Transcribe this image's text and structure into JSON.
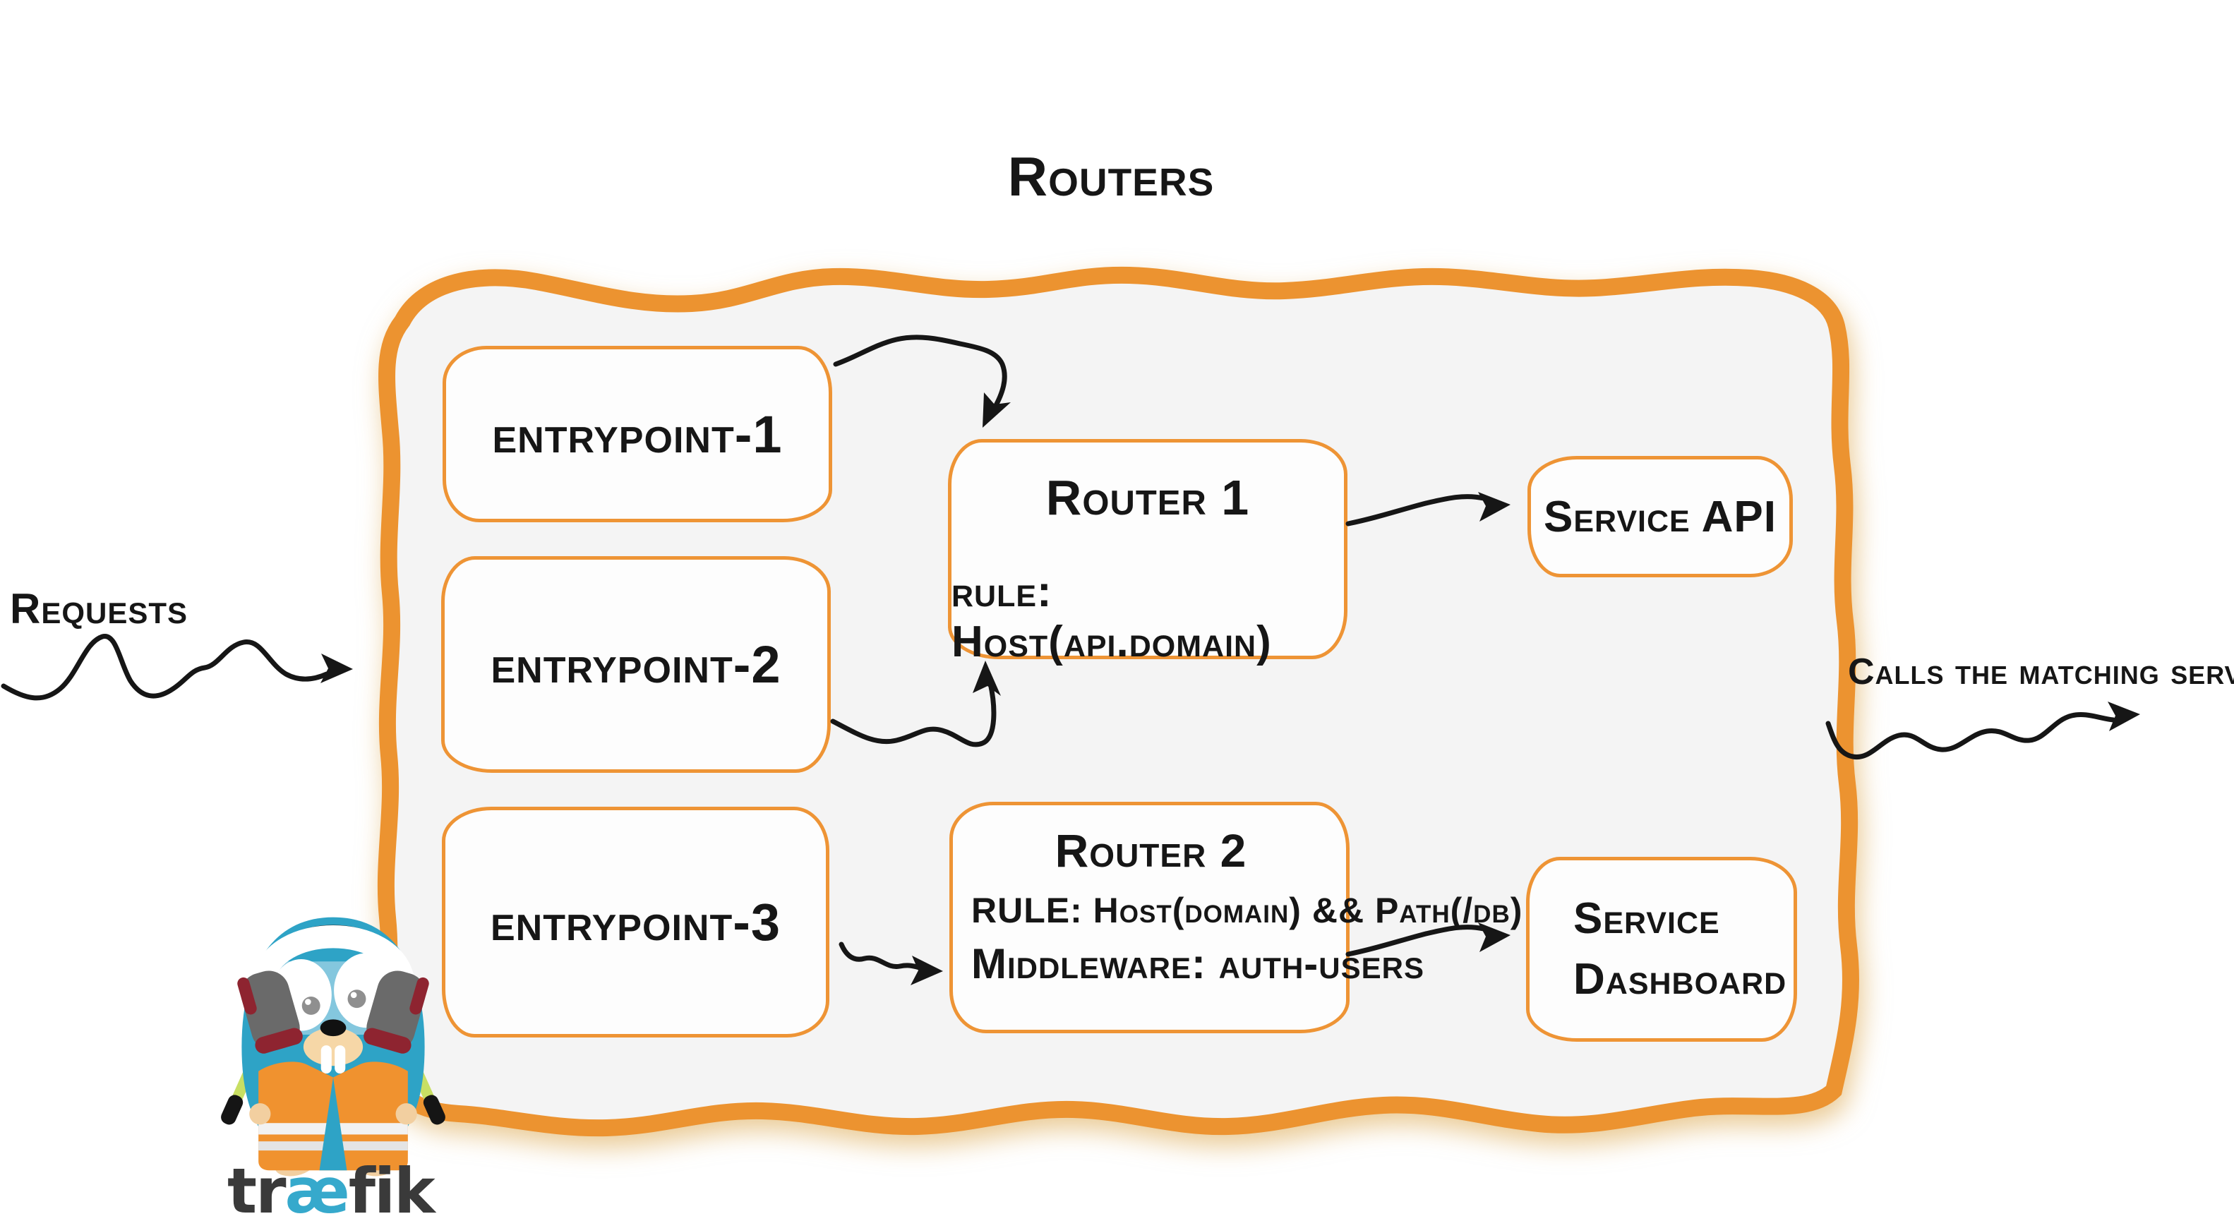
{
  "colors": {
    "brand-orange": "#EC9330",
    "box-border": "#EE9435",
    "panel-fill": "#F4F4F4",
    "ink": "#161616",
    "logo-blue": "#36A9CC",
    "logo-dark": "#3A3A3A",
    "gopher-teal": "#2EA3C6",
    "vest-orange": "#F0922F",
    "stick-green": "#C8DF63"
  },
  "diagram": {
    "title": "Routers",
    "requests_label": "Requests",
    "calls_label": "Calls the matching server",
    "entrypoints": [
      {
        "label": "entrypoint-1"
      },
      {
        "label": "entrypoint-2"
      },
      {
        "label": "entrypoint-3"
      }
    ],
    "routers": [
      {
        "name": "Router 1",
        "rule": "rule: Host(api.domain)"
      },
      {
        "name": "Router 2",
        "rule": "RULE: Host(domain) && Path(/db)",
        "middleware": "Middleware: auth-users"
      }
    ],
    "services": [
      {
        "label": "Service API"
      },
      {
        "label_line1": "Service",
        "label_line2": "Dashboard"
      }
    ],
    "logo": {
      "part1": "tr",
      "part2": "æ",
      "part3": "fik"
    }
  }
}
